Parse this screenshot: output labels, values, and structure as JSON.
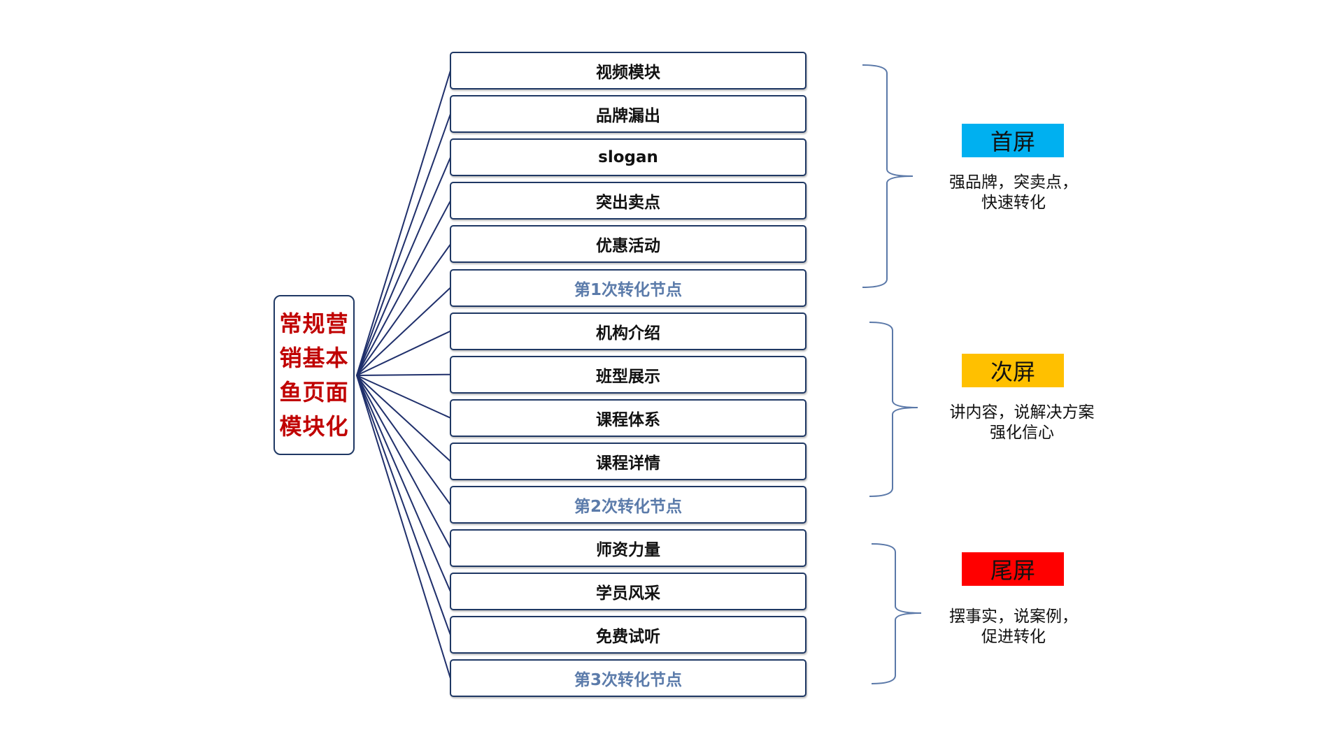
{
  "root": {
    "lines": [
      "常规营",
      "销基本",
      "鱼页面",
      "模块化"
    ]
  },
  "nodes": [
    {
      "label": "视频模块",
      "conversion": false
    },
    {
      "label": "品牌漏出",
      "conversion": false
    },
    {
      "label": "slogan",
      "conversion": false
    },
    {
      "label": "突出卖点",
      "conversion": false
    },
    {
      "label": "优惠活动",
      "conversion": false
    },
    {
      "label": "第1次转化节点",
      "conversion": true
    },
    {
      "label": "机构介绍",
      "conversion": false
    },
    {
      "label": "班型展示",
      "conversion": false
    },
    {
      "label": "课程体系",
      "conversion": false
    },
    {
      "label": "课程详情",
      "conversion": false
    },
    {
      "label": "第2次转化节点",
      "conversion": true
    },
    {
      "label": "师资力量",
      "conversion": false
    },
    {
      "label": "学员风采",
      "conversion": false
    },
    {
      "label": "免费试听",
      "conversion": false
    },
    {
      "label": "第3次转化节点",
      "conversion": true
    }
  ],
  "sections": [
    {
      "label": "首屏",
      "color": "#00B0F0",
      "desc": [
        "强品牌，突卖点，",
        "快速转化"
      ]
    },
    {
      "label": "次屏",
      "color": "#FFC000",
      "desc": [
        "讲内容，说解决方案",
        "强化信心"
      ]
    },
    {
      "label": "尾屏",
      "color": "#FF0000",
      "desc": [
        "摆事实，说案例，",
        "促进转化"
      ]
    }
  ],
  "colors": {
    "line": "#1F2F6B",
    "bracket": "#5A78A8"
  }
}
